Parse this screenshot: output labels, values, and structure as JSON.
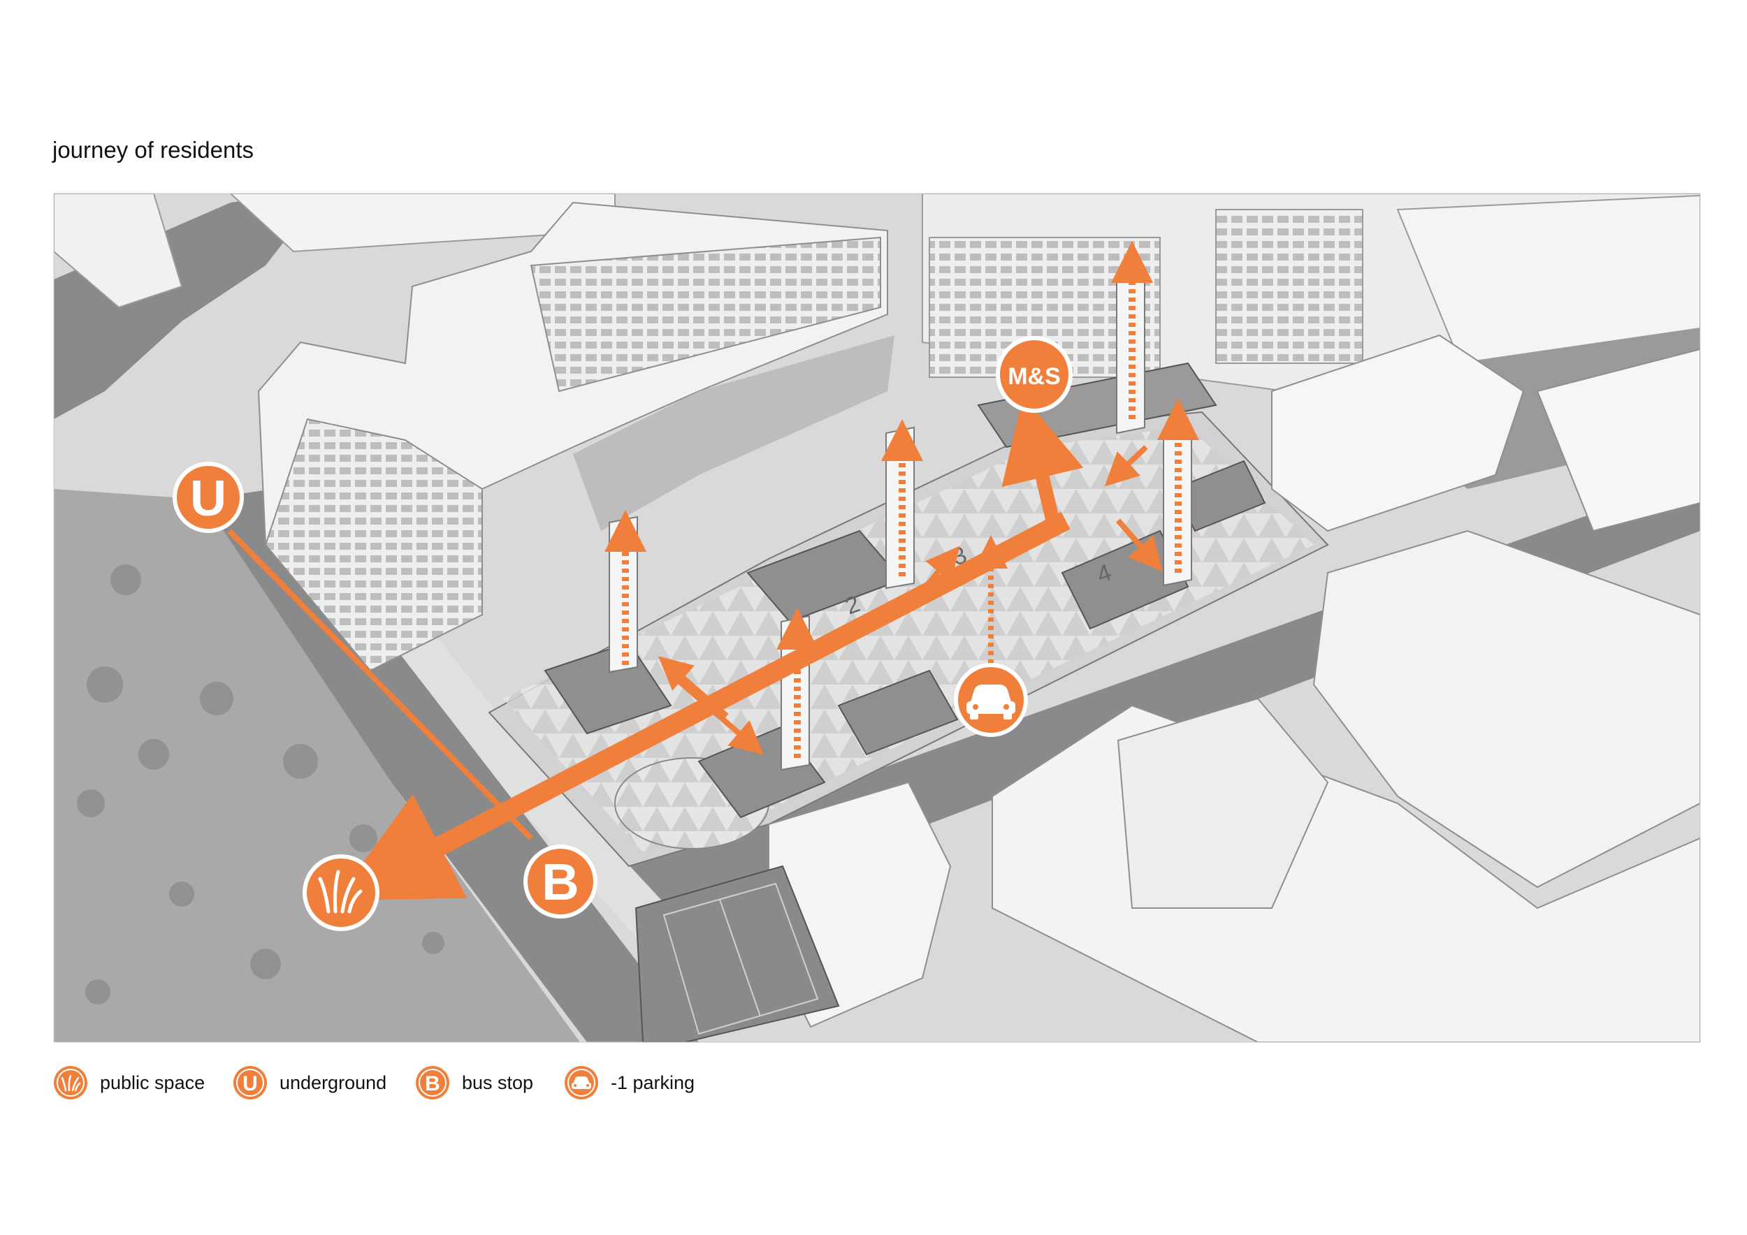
{
  "title": "journey of residents",
  "colors": {
    "accent": "#f07f3c",
    "ground": "#a7a7a7",
    "road": "#8a8a8a",
    "pavement": "#d6d6d6",
    "building": "#f2f2f2",
    "shadow": "#bdbdbd"
  },
  "markers": {
    "underground": "U",
    "bus_stop": "B",
    "supermarket": "M&S",
    "parking": "car-icon",
    "public_space": "grass-icon"
  },
  "floor_numbers": [
    "2",
    "3",
    "4"
  ],
  "legend": [
    {
      "icon": "grass-icon",
      "label": "public space"
    },
    {
      "icon": "U",
      "label": "underground"
    },
    {
      "icon": "B",
      "label": "bus stop"
    },
    {
      "icon": "car-icon",
      "label": "-1 parking"
    }
  ]
}
